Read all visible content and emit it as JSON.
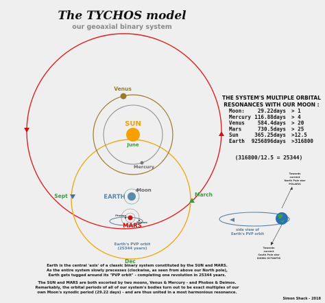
{
  "header": {
    "title": "The TYCHOS model",
    "subtitle": "our geoaxial binary system"
  },
  "labels": {
    "venus": "Venus",
    "sun": "SUN",
    "june": "June",
    "mercury": "Mercury",
    "moon": "Moon",
    "earth": "EARTH",
    "phobos": "Phobos",
    "deimos": "Deimos",
    "mars": "MARS",
    "pvp_line1": "Earth's PVP orbit",
    "pvp_line2": "(25344 years)",
    "sept": "Sept",
    "march": "March",
    "dec": "Dec"
  },
  "resonance": {
    "title_line1": "THE SYSTEM'S MULTIPLE ORBITAL",
    "title_line2": "RESONANCES WITH OUR MOON :",
    "rows": [
      {
        "body": "Moon:",
        "period": "29.22days",
        "ratio": "> 1"
      },
      {
        "body": "Mercury",
        "period": "116.88days",
        "ratio": "> 4"
      },
      {
        "body": "Venus",
        "period": "584.4days",
        "ratio": "> 20"
      },
      {
        "body": "Mars",
        "period": "730.5days",
        "ratio": "> 25"
      },
      {
        "body": "Sun",
        "period": "365.25days",
        "ratio": ">12.5"
      },
      {
        "body": "Earth",
        "period": "9256896days",
        "ratio": ">316800"
      }
    ],
    "formula": "(316800/12.5 = 25344)"
  },
  "inset": {
    "north_line1": "Towards",
    "north_line2": "current",
    "north_line3": "North Pole star",
    "north_line4": "POLARIS",
    "side_line1": "side view of",
    "side_line2": "Earth's PVP orbit",
    "south_line1": "Towards",
    "south_line2": "current",
    "south_line3": "South Pole star",
    "south_line4": "SIGMA OCTANTIS"
  },
  "caption": {
    "p1_line1": "Earth is the central 'axis' of a classic binary system constituted by the SUN and MARS.",
    "p1_line2": "As the entire system slowly precesses (clockwise, as seen from above our North pole),",
    "p1_line3": "Earth gets tugged around its \"PVP orbit\" - completing one revolution in 25344 years.",
    "p2_line1": "The SUN and MARS are both escorted by two moons, Venus & Mercury - and Phobos & Deimos.",
    "p2_line2": "Remarkably, the orbital periods of all of our system's bodies turn out to be exact multiples of our",
    "p2_line3": "own Moon's synodic period (29.22 days) - and are thus united in a most harmonious resonance."
  },
  "credit": "Simon Shack - 2018",
  "colors": {
    "mars_orbit": "#e02020",
    "sun_orbit": "#f0a818",
    "sun": "#f5a000",
    "venus": "#9a7a28",
    "june": "#3a9a3a",
    "march": "#3a9a3a",
    "earth": "#5a8aaa",
    "pvp": "#5a7fa0",
    "mars_label": "#cc1111"
  }
}
